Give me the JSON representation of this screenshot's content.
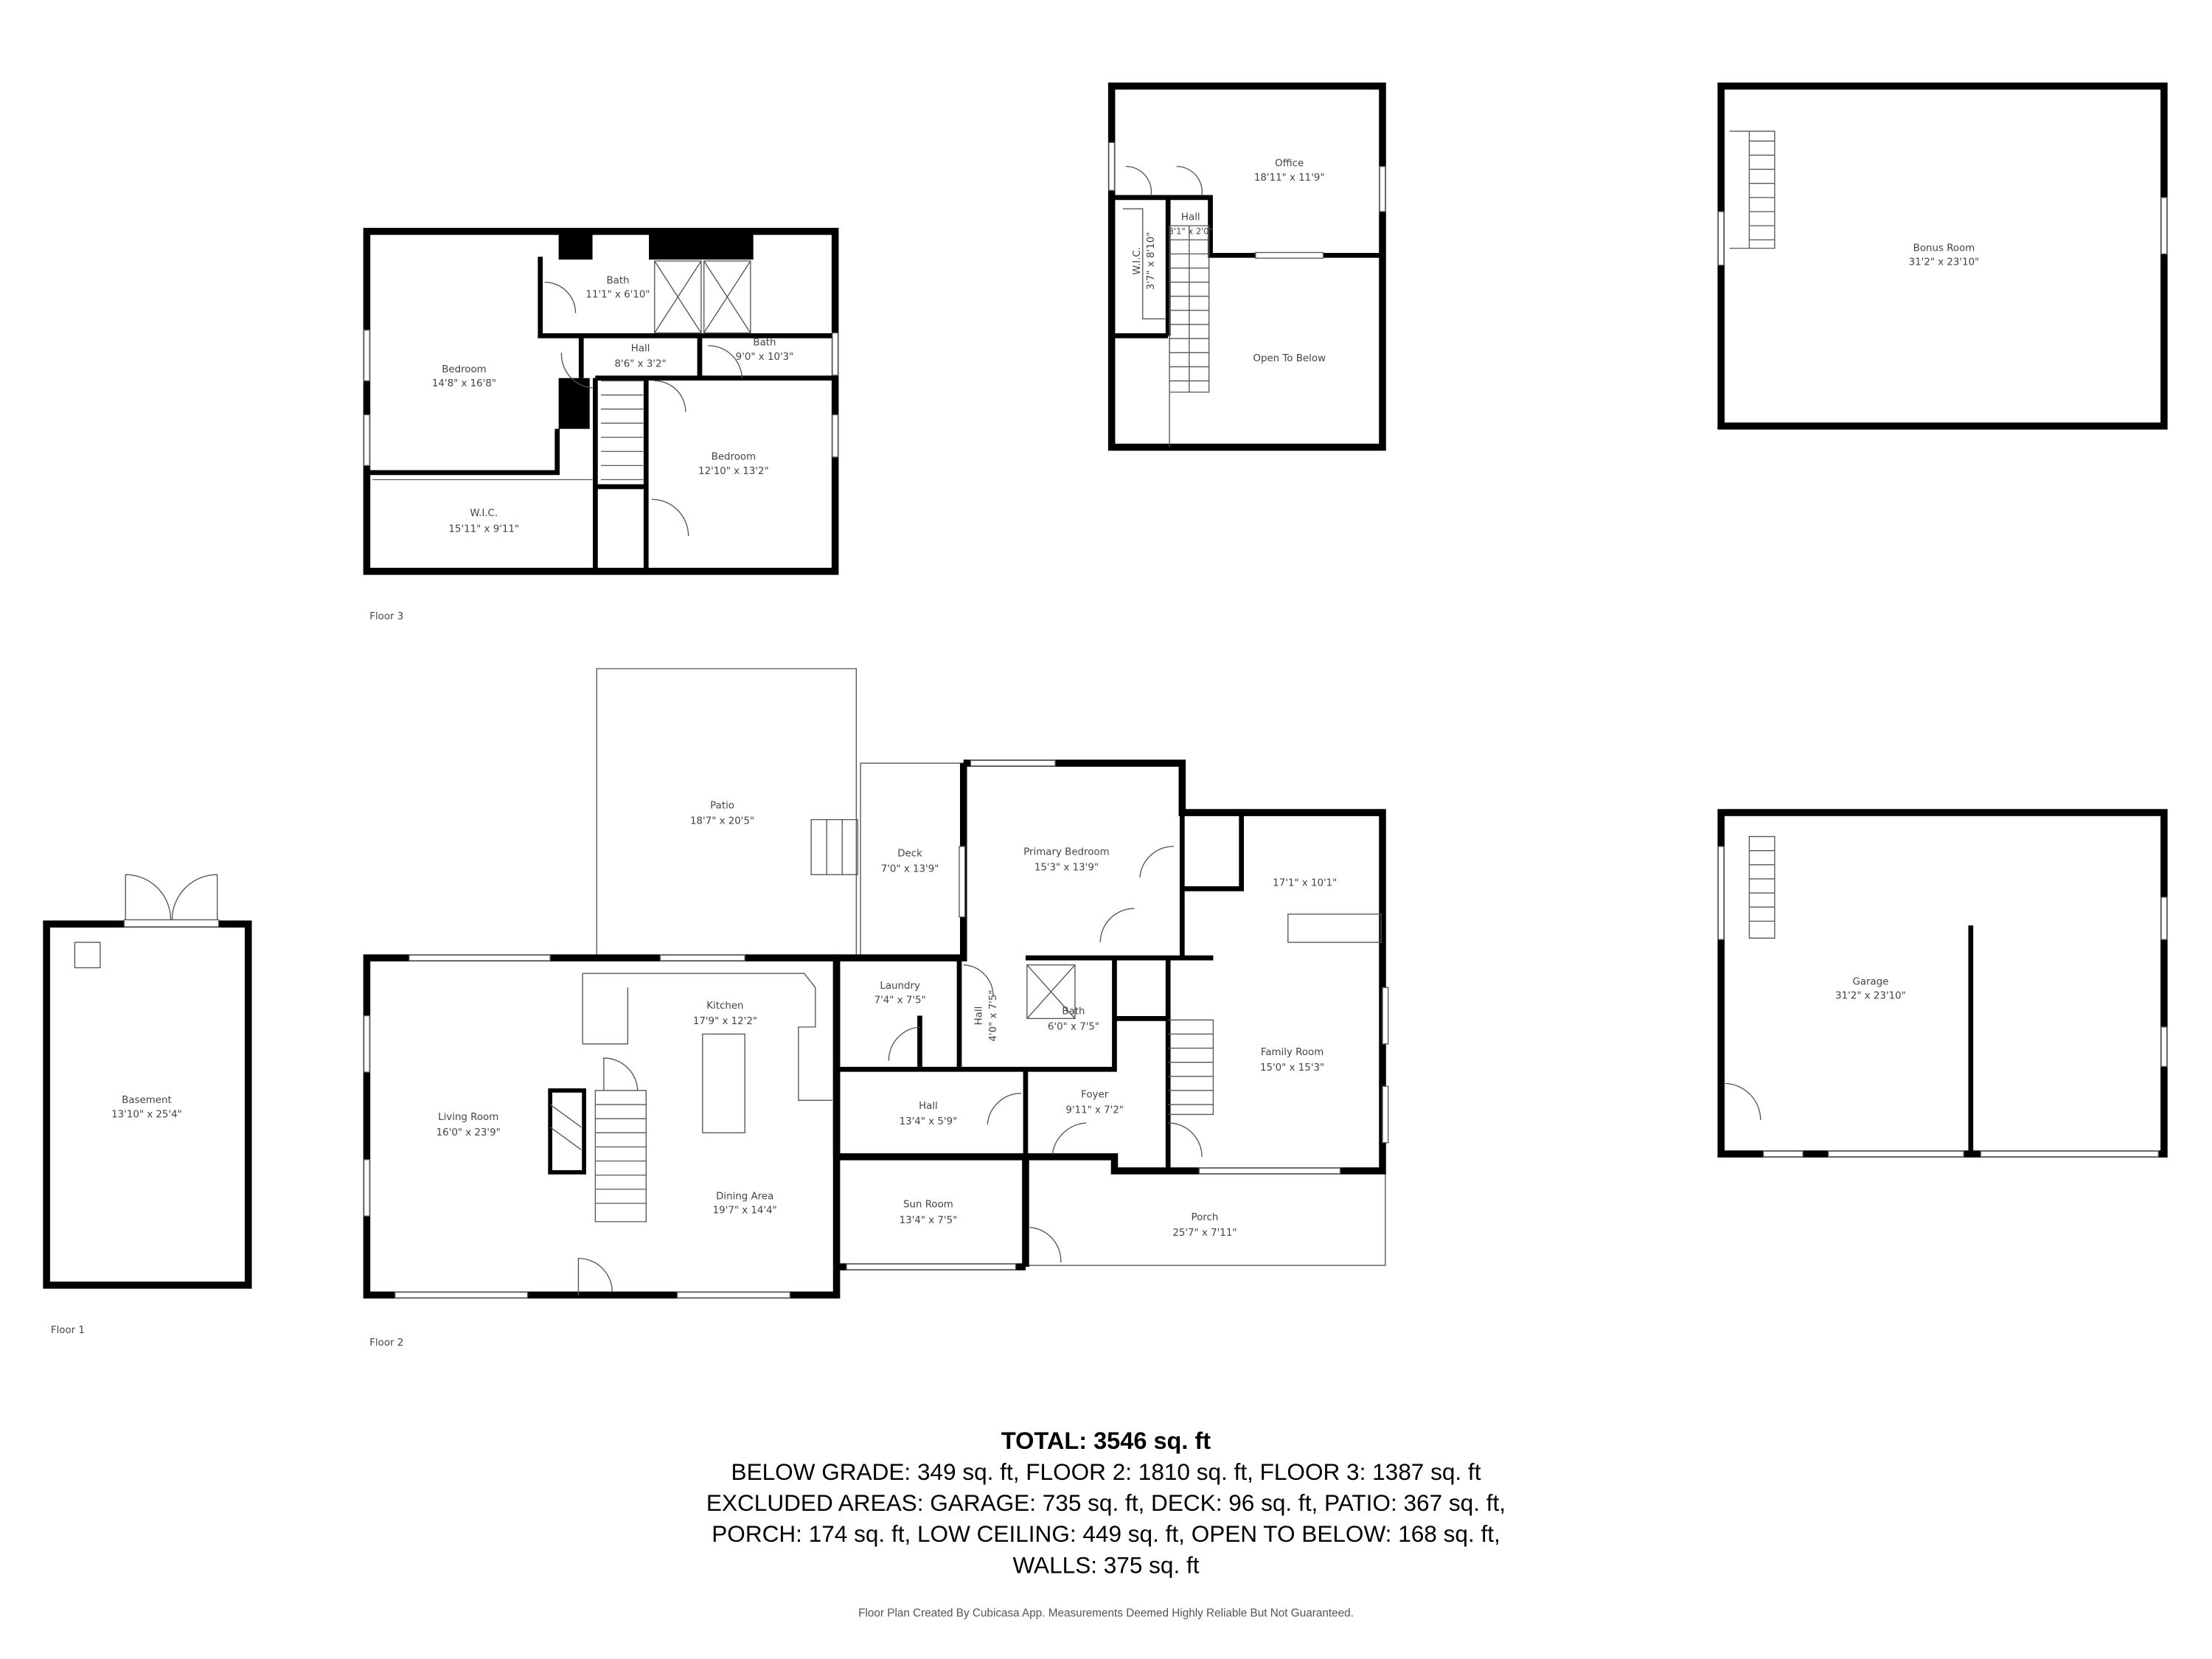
{
  "floors": {
    "floor3": {
      "label": "Floor 3",
      "rooms": [
        {
          "name": "Bedroom",
          "size": "14'8\" x 16'8\""
        },
        {
          "name": "Bath",
          "size": "11'1\" x 6'10\""
        },
        {
          "name": "Hall",
          "size": "8'6\" x 3'2\""
        },
        {
          "name": "Bath",
          "size": "9'0\" x 10'3\""
        },
        {
          "name": "Bedroom",
          "size": "12'10\" x 13'2\""
        },
        {
          "name": "W.I.C.",
          "size": "15'11\" x 9'11\""
        }
      ]
    },
    "floor3_upper": {
      "rooms": [
        {
          "name": "Office",
          "size": "18'11\" x 11'9\""
        },
        {
          "name": "Hall",
          "size": "3'1\" x 2'0\""
        },
        {
          "name": "W.I.C.",
          "size": "3'7\" x 8'10\""
        },
        {
          "name": "Open To Below",
          "size": ""
        }
      ]
    },
    "bonus": {
      "rooms": [
        {
          "name": "Bonus Room",
          "size": "31'2\" x 23'10\""
        }
      ]
    },
    "garage": {
      "rooms": [
        {
          "name": "Garage",
          "size": "31'2\" x 23'10\""
        }
      ]
    },
    "floor1": {
      "label": "Floor 1",
      "rooms": [
        {
          "name": "Basement",
          "size": "13'10\" x 25'4\""
        }
      ]
    },
    "floor2": {
      "label": "Floor 2",
      "rooms": [
        {
          "name": "Patio",
          "size": "18'7\" x 20'5\""
        },
        {
          "name": "Deck",
          "size": "7'0\" x 13'9\""
        },
        {
          "name": "Primary Bedroom",
          "size": "15'3\" x 13'9\""
        },
        {
          "name": "",
          "size": "17'1\" x 10'1\""
        },
        {
          "name": "Laundry",
          "size": "7'4\" x 7'5\""
        },
        {
          "name": "Kitchen",
          "size": "17'9\" x 12'2\""
        },
        {
          "name": "Hall",
          "size": "4'0\" x 7'5\""
        },
        {
          "name": "Bath",
          "size": "6'0\" x 7'5\""
        },
        {
          "name": "Living Room",
          "size": "16'0\" x 23'9\""
        },
        {
          "name": "Hall",
          "size": "13'4\" x 5'9\""
        },
        {
          "name": "Foyer",
          "size": "9'11\" x 7'2\""
        },
        {
          "name": "Family Room",
          "size": "15'0\" x 15'3\""
        },
        {
          "name": "Dining Area",
          "size": "19'7\" x 14'4\""
        },
        {
          "name": "Sun Room",
          "size": "13'4\" x 7'5\""
        },
        {
          "name": "Porch",
          "size": "25'7\" x 7'11\""
        }
      ]
    }
  },
  "summary": {
    "total": "TOTAL: 3546 sq. ft",
    "lines": [
      "BELOW GRADE: 349 sq. ft, FLOOR 2: 1810 sq. ft, FLOOR 3: 1387 sq. ft",
      "EXCLUDED AREAS: GARAGE: 735 sq. ft, DECK: 96 sq. ft, PATIO: 367 sq. ft,",
      "PORCH: 174 sq. ft, LOW CEILING: 449 sq. ft, OPEN TO BELOW: 168 sq. ft,",
      "WALLS: 375 sq. ft"
    ],
    "footnote": "Floor Plan Created By Cubicasa App. Measurements Deemed Highly Reliable But Not Guaranteed."
  }
}
